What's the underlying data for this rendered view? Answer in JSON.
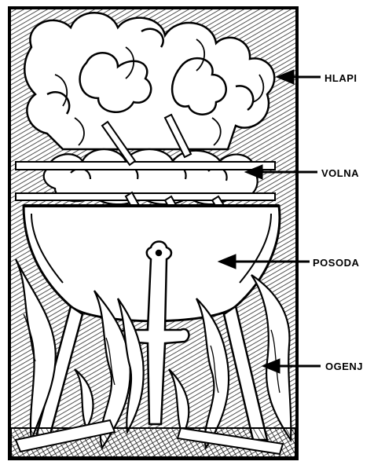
{
  "labels": {
    "hlapi": "HLAPI",
    "volna": "VOLNA",
    "posoda": "POSODA",
    "ogenj": "OGENJ"
  },
  "colors": {
    "ink": "#000000",
    "paper": "#ffffff"
  }
}
